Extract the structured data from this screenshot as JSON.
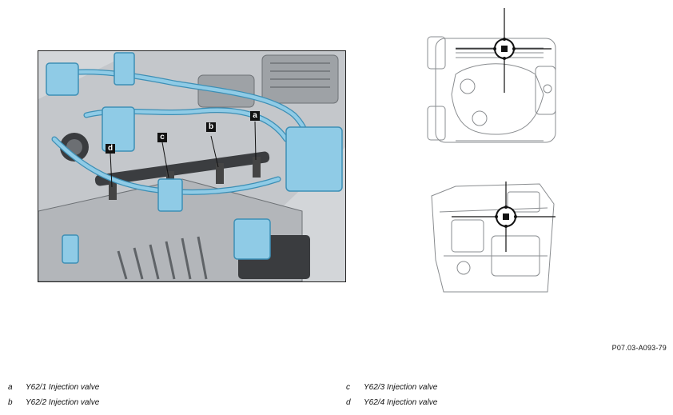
{
  "main_illustration": {
    "callouts": [
      {
        "letter": "a"
      },
      {
        "letter": "b"
      },
      {
        "letter": "c"
      },
      {
        "letter": "d"
      }
    ]
  },
  "reference_code": "P07.03-A093-79",
  "legend": [
    {
      "letter": "a",
      "text": "Y62/1 Injection valve"
    },
    {
      "letter": "b",
      "text": "Y62/2 Injection valve"
    },
    {
      "letter": "c",
      "text": "Y62/3 Injection valve"
    },
    {
      "letter": "d",
      "text": "Y62/4 Injection valve"
    }
  ],
  "colors": {
    "highlight": "#8fcbe6",
    "highlight_stroke": "#3d8fb5",
    "engine_gray": "#b9bcc0",
    "dark_part": "#3a3c3f"
  }
}
